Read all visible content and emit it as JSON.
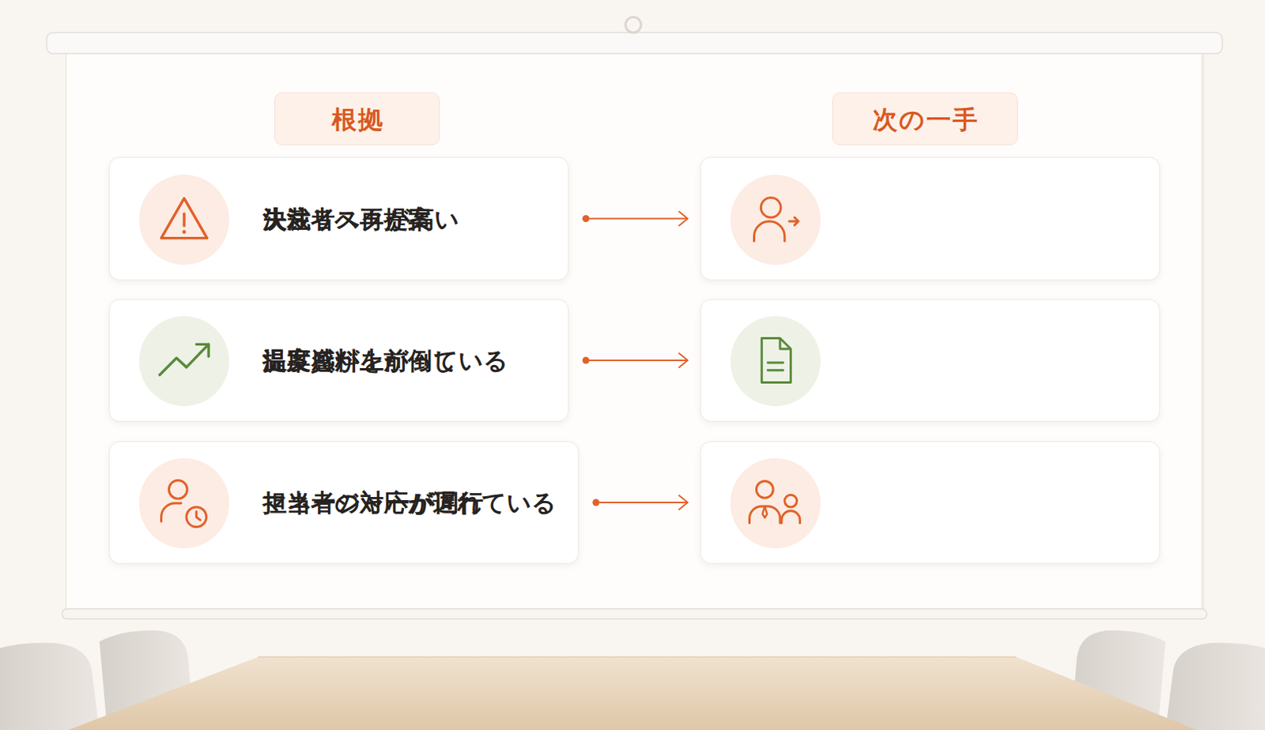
{
  "diagram": {
    "nodes": [
      {
        "text": [
          "根拠"
        ]
      },
      {
        "text": [
          "次の一手"
        ]
      },
      {
        "text": [
          "失注リスクが高い"
        ]
      },
      {
        "text": [
          "決裁者へ再提案"
        ]
      },
      {
        "text": [
          "温度感が上がっている"
        ]
      },
      {
        "text": [
          "提案資料を前倒し"
        ]
      },
      {
        "text": [
          "担当者の対応が遅れている"
        ]
      },
      {
        "text": [
          "マネージャーが同行"
        ]
      }
    ],
    "edges": [
      {
        "from": 2,
        "to": 3,
        "arrow": "to"
      },
      {
        "from": 4,
        "to": 5,
        "arrow": "to"
      },
      {
        "from": 6,
        "to": 7,
        "arrow": "to"
      }
    ]
  }
}
